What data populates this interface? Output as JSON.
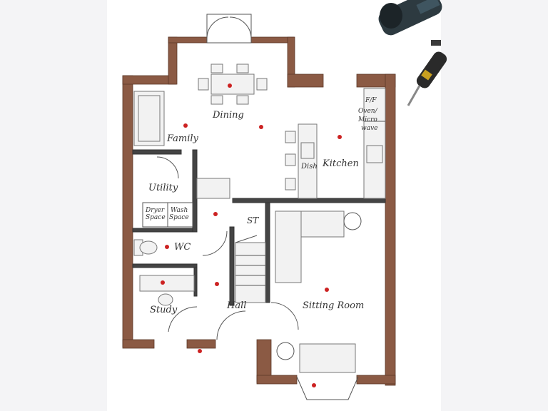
{
  "rooms": {
    "dining": "Dining",
    "family": "Family",
    "kitchen": "Kitchen",
    "dish": "Dish",
    "oven_line1": "F/F",
    "oven_line2": "Oven/",
    "oven_line3": "Micro",
    "oven_line4": "wave",
    "utility": "Utility",
    "dryer_line1": "Dryer",
    "dryer_line2": "Space",
    "wash_line1": "Wash",
    "wash_line2": "Space",
    "st": "ST",
    "wc": "WC",
    "study": "Study",
    "hall": "Hall",
    "sitting_room": "Sitting Room"
  },
  "colors": {
    "wall": "#8b5a44",
    "marker": "#cc2222",
    "background": "#ffffff",
    "side_panel": "#f4f4f6"
  },
  "icons": {
    "top_right_tool_1": "tape-measure-icon",
    "top_right_tool_2": "screwdriver-icon"
  }
}
